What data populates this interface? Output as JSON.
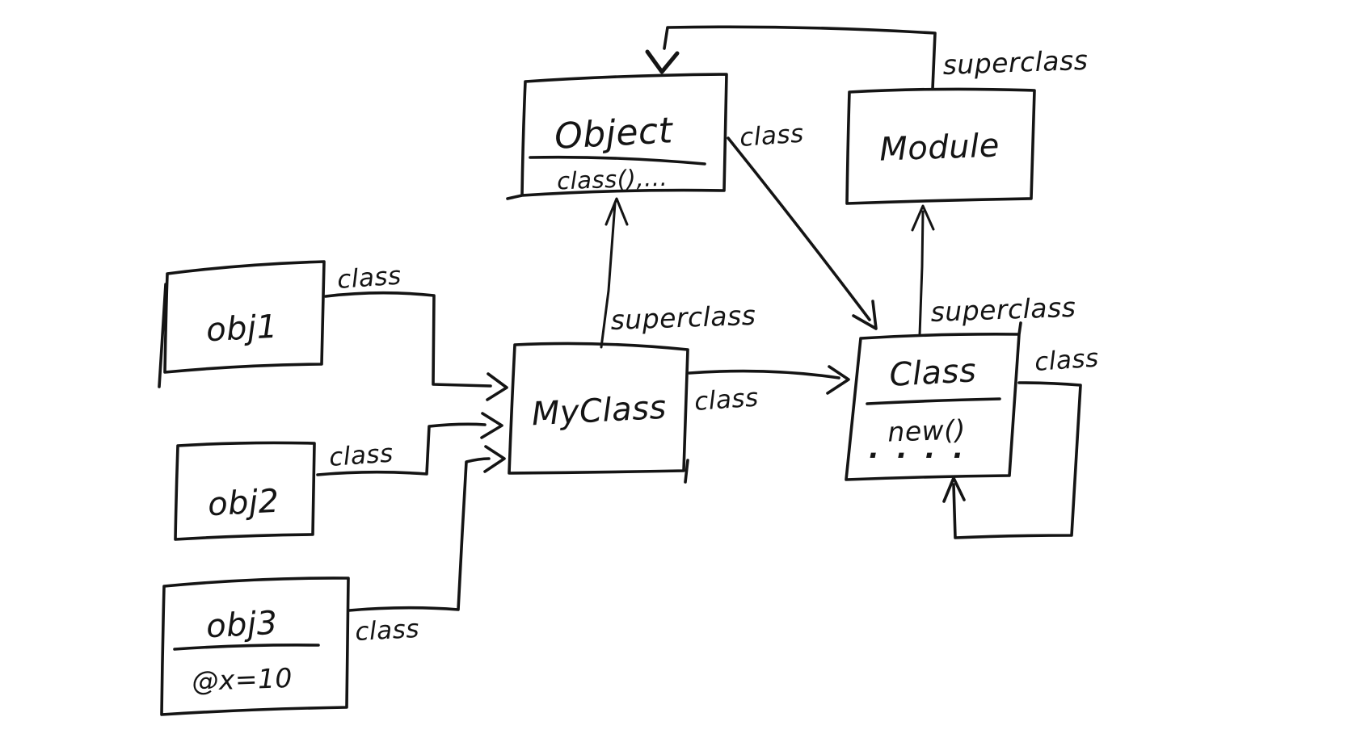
{
  "diagram": {
    "description": "Hand-drawn object model sketch",
    "colors": {
      "ink": "#141414",
      "background": "#ffffff"
    },
    "nodes": {
      "object": {
        "title": "Object",
        "members": "class(),..."
      },
      "module": {
        "title": "Module"
      },
      "myclass": {
        "title": "MyClass"
      },
      "class": {
        "title": "Class",
        "members": "new()",
        "more": ". . . ."
      },
      "obj1": {
        "title": "obj1"
      },
      "obj2": {
        "title": "obj2"
      },
      "obj3": {
        "title": "obj3",
        "members": "@x=10"
      }
    },
    "edges": [
      {
        "from": "obj1",
        "to": "MyClass",
        "label": "class"
      },
      {
        "from": "obj2",
        "to": "MyClass",
        "label": "class"
      },
      {
        "from": "obj3",
        "to": "MyClass",
        "label": "class"
      },
      {
        "from": "MyClass",
        "to": "Object",
        "label": "superclass"
      },
      {
        "from": "MyClass",
        "to": "Class",
        "label": "class"
      },
      {
        "from": "Object",
        "to": "Class",
        "label": "class"
      },
      {
        "from": "Class",
        "to": "Module",
        "label": "superclass"
      },
      {
        "from": "Module",
        "to": "Object",
        "label": "superclass"
      },
      {
        "from": "Class",
        "to": "Class",
        "label": "class"
      }
    ]
  }
}
